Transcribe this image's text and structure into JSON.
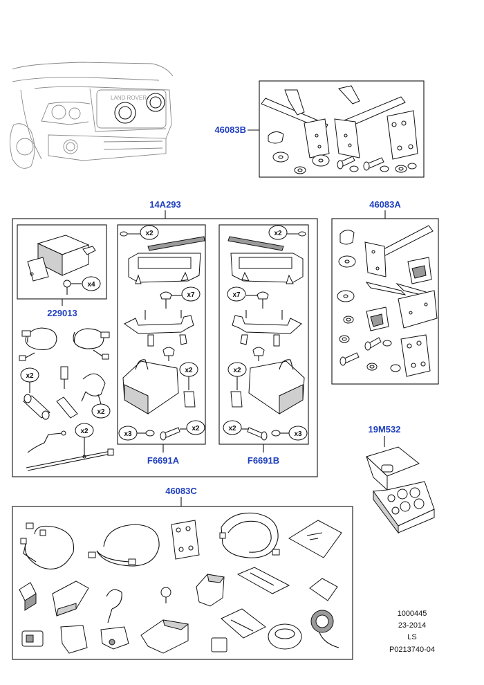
{
  "labels": {
    "kit_46083B": "46083B",
    "kit_14A293": "14A293",
    "kit_46083A": "46083A",
    "kit_229013": "229013",
    "kit_F6691A": "F6691A",
    "kit_F6691B": "F6691B",
    "kit_19M532": "19M532",
    "kit_46083C": "46083C"
  },
  "quantities": {
    "x2": "x2",
    "x3": "x3",
    "x4": "x4",
    "x7": "x7"
  },
  "reference": {
    "line1": "1000445",
    "line2": "23-2014",
    "line3": "LS",
    "line4": "P0213740-04"
  },
  "colors": {
    "label_blue": "#1f3fbf",
    "line_black": "#111111",
    "vehicle_grey": "#888888"
  }
}
